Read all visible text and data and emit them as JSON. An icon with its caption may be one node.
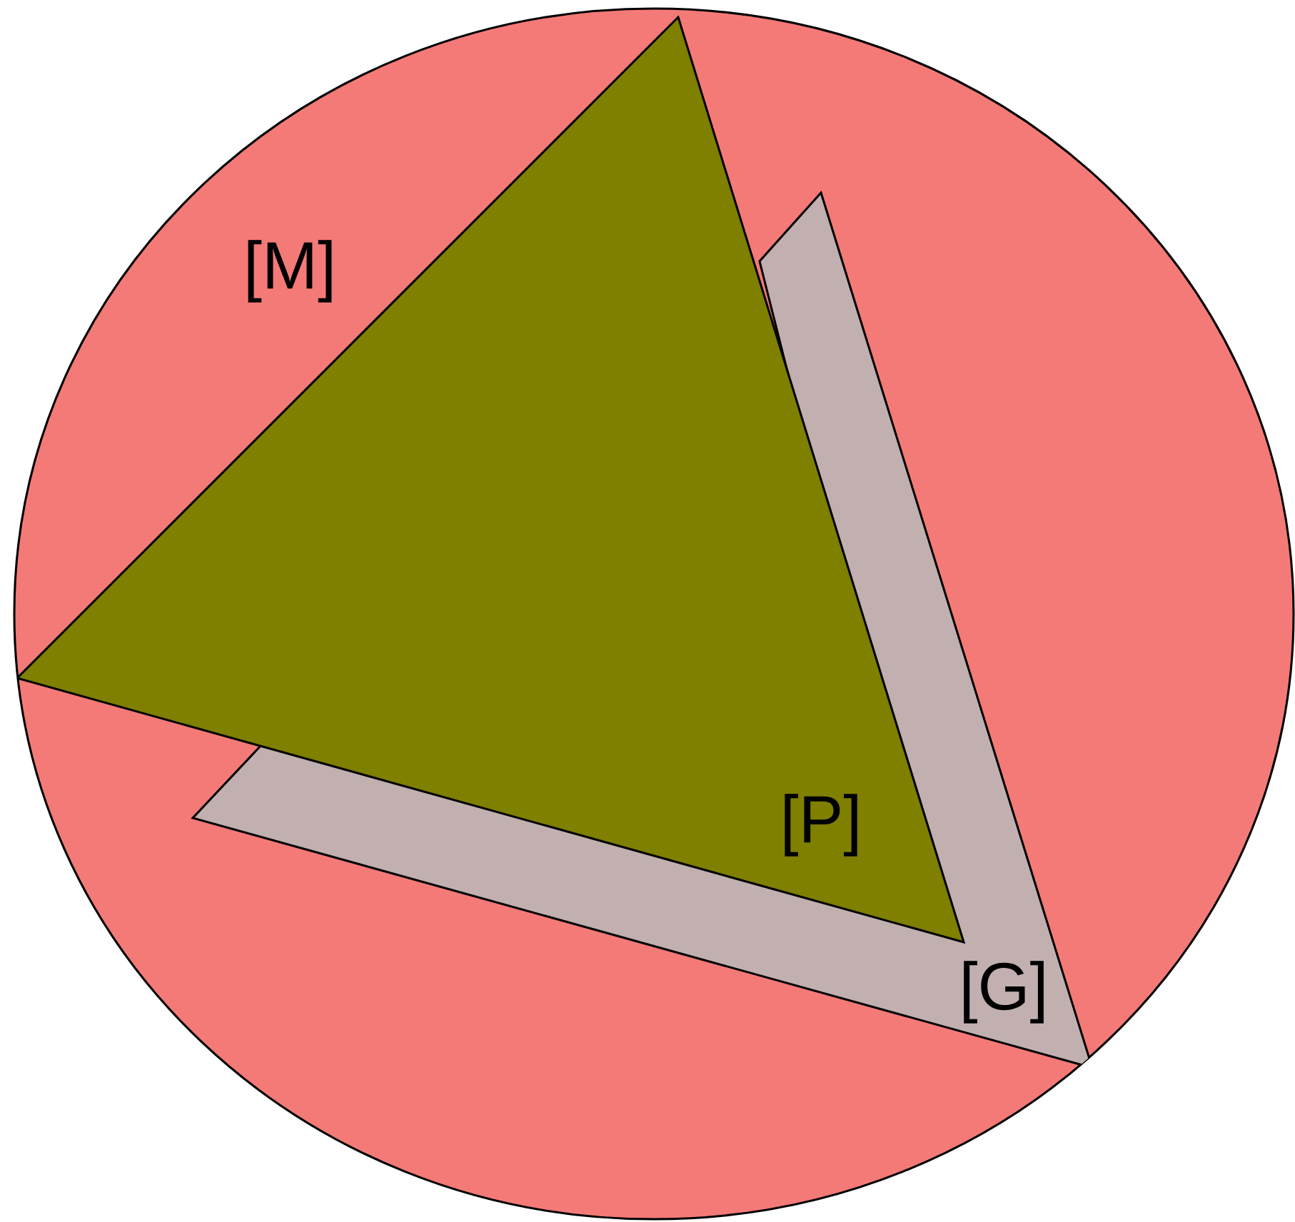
{
  "diagram": {
    "nodes": [
      {
        "text": [
          "[M]"
        ]
      },
      {
        "text": [
          "[G]"
        ],
        "in": 0
      },
      {
        "text": [
          "[P]"
        ],
        "in": 0
      }
    ]
  }
}
